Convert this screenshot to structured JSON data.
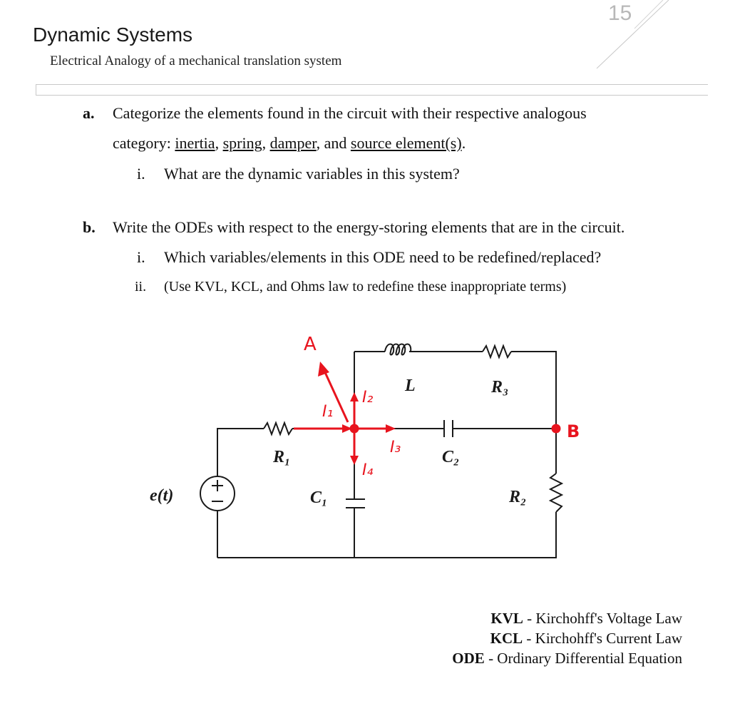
{
  "header": {
    "title": "Dynamic Systems",
    "subtitle": "Electrical Analogy of a mechanical translation system",
    "page_number": "15"
  },
  "questions": {
    "a": {
      "marker": "a.",
      "line1": "Categorize the elements found in the circuit with their respective analogous",
      "line2_prefix": "category: ",
      "term_inertia": "inertia",
      "sep1": ", ",
      "term_spring": "spring",
      "sep2": ", ",
      "term_damper": "damper",
      "sep3": ", and ",
      "term_source": "source element(s)",
      "line2_suffix": ".",
      "sub_i_marker": "i.",
      "sub_i_text": "What are the dynamic variables in this system?"
    },
    "b": {
      "marker": "b.",
      "line1": "Write the ODEs with respect to the energy-storing elements that are in the circuit.",
      "sub_i_marker": "i.",
      "sub_i_text": "Which variables/elements in this ODE need to be redefined/replaced?",
      "sub_ii_marker": "ii.",
      "sub_ii_text": "(Use KVL, KCL, and Ohms law to redefine these inappropriate terms)"
    }
  },
  "circuit": {
    "source_label": "e(t)",
    "r1_label": "R₁",
    "c1_label": "C₁",
    "l_label": "L",
    "r3_label": "R₃",
    "c2_label": "C₂",
    "r2_label": "R₂",
    "annotation_color": "#e8141e",
    "node_a": "A",
    "node_b": "B",
    "current_i1": "I₁",
    "current_i2": "I₂",
    "current_i3": "I₃",
    "current_i4": "I₄"
  },
  "legend": {
    "kvl_abbr": "KVL",
    "kvl_def": " - Kirchohff's Voltage Law",
    "kcl_abbr": "KCL",
    "kcl_def": " - Kirchohff's Current Law",
    "ode_abbr": "ODE",
    "ode_def": " - Ordinary Differential Equation"
  }
}
